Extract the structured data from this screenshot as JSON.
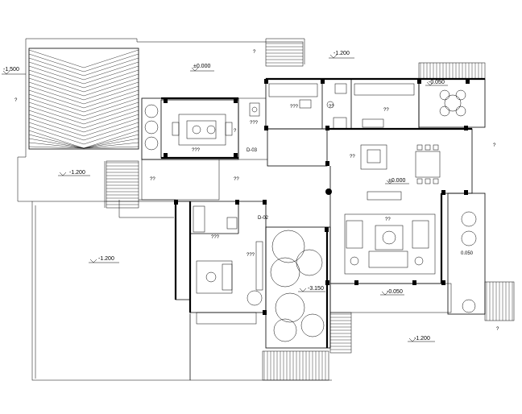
{
  "levels": {
    "roof_left": "-1.500",
    "terrace_center": "±0.000",
    "north_yard": "-1.200",
    "terrace_right": "-0.050",
    "west_court": "-1.200",
    "living": "±0.000",
    "garden": "-1.200",
    "courtyard": "-3.150",
    "south_terrace": "-0.050",
    "south_yard": "-1.200",
    "east_room": "0.050"
  },
  "rooms": {
    "unknown": "?",
    "double": "??",
    "triple": "???",
    "single_q": "?"
  },
  "tags": {
    "door_a": "D-03",
    "door_b": "D-02"
  }
}
